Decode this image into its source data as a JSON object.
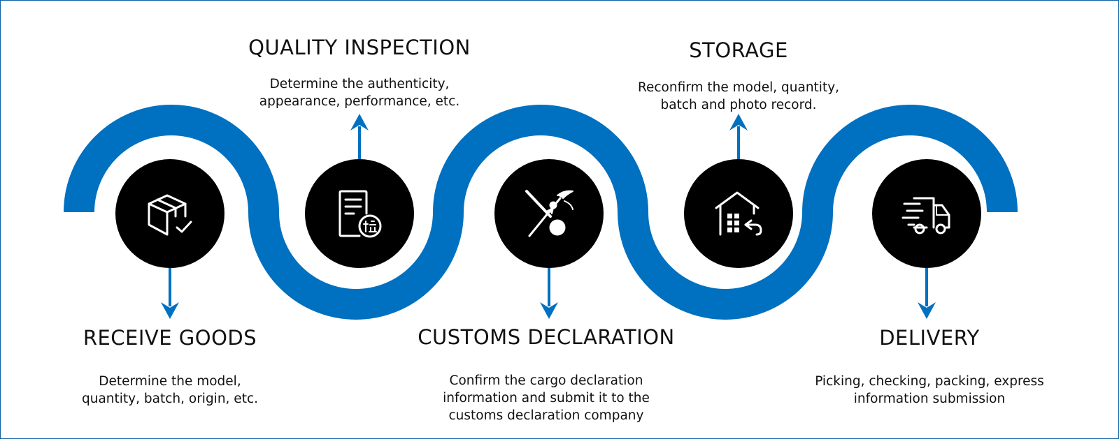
{
  "colors": {
    "wave": "#0070c0",
    "circle": "#000000",
    "icon": "#ffffff",
    "arrow": "#0070c0"
  },
  "steps": [
    {
      "title": "RECEIVE GOODS",
      "desc": [
        "Determine the model,",
        "quantity, batch, origin, etc."
      ],
      "icon": "package-check-icon",
      "label_side": "below"
    },
    {
      "title": "QUALITY INSPECTION",
      "desc": [
        "Determine the authenticity,",
        "appearance, performance, etc."
      ],
      "icon": "inspection-document-icon",
      "label_side": "above"
    },
    {
      "title": "CUSTOMS DECLARATION",
      "desc": [
        "Confirm the cargo declaration",
        "information and submit it to the",
        "customs declaration company"
      ],
      "icon": "customs-emblem-icon",
      "label_side": "below"
    },
    {
      "title": "STORAGE",
      "desc": [
        "Reconfirm the model, quantity,",
        "batch and photo record."
      ],
      "icon": "warehouse-icon",
      "label_side": "above"
    },
    {
      "title": "DELIVERY",
      "desc": [
        "Picking, checking, packing, express",
        "information submission"
      ],
      "icon": "delivery-truck-icon",
      "label_side": "below"
    }
  ]
}
